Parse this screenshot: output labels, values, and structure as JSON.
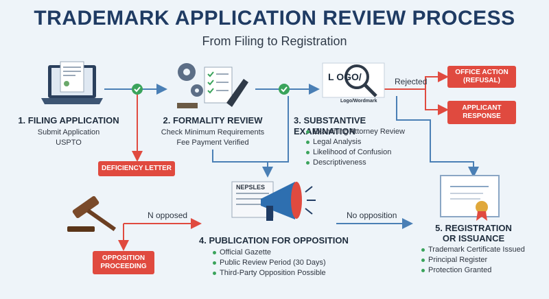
{
  "header": {
    "title": "TRADEMARK APPLICATION REVIEW PROCESS",
    "subtitle": "From Filing to Registration"
  },
  "steps": {
    "filing": {
      "title": "1. FILING APPLICATION",
      "lines": [
        "Submit Application",
        "USPTO"
      ]
    },
    "formality": {
      "title": "2. FORMALITY REVIEW",
      "lines": [
        "Check Minimum Requirements",
        "Fee Payment Verified"
      ]
    },
    "substantive": {
      "title": "3. SUBSTANTIVE EXAMINATION",
      "bullets": [
        "Examining Attorney Review",
        "Legal Analysis",
        "Likelihood of Confusion",
        "Descriptiveness"
      ]
    },
    "publication": {
      "title": "4. PUBLICATION FOR OPPOSITION",
      "bullets": [
        "Official Gazette",
        "Public Review Period (30 Days)",
        "Third-Party Opposition Possible"
      ]
    },
    "registration": {
      "title_line1": "5. REGISTRATION",
      "title_line2": "OR ISSUANCE",
      "bullets": [
        "Trademark Certificate Issued",
        "Principal Register",
        "Protection Granted"
      ]
    }
  },
  "boxes": {
    "office_action": [
      "OFFICE ACTION",
      "(REFUSAL)"
    ],
    "applicant_response": [
      "APPLICANT",
      "RESPONSE"
    ],
    "deficiency": "DEFICIENCY LETTER",
    "opposition": [
      "OPPOSITION",
      "PROCEEDING"
    ]
  },
  "labels": {
    "rejected": "Rejected",
    "opposed": "N opposed",
    "no_opposition": "No opposition",
    "logo_text": "L  OGO/",
    "logo_caption": "Logo/Wordmark",
    "newspaper_text": "NEPSLES"
  },
  "colors": {
    "primary": "#1f3b63",
    "arrow": "#4a7fb5",
    "danger": "#e04a3f",
    "check": "#3aa35b"
  },
  "icons": [
    "laptop-icon",
    "gears-checklist-icon",
    "magnifier-logo-icon",
    "newspaper-megaphone-icon",
    "gavel-icon",
    "certificate-icon",
    "check-icon"
  ]
}
